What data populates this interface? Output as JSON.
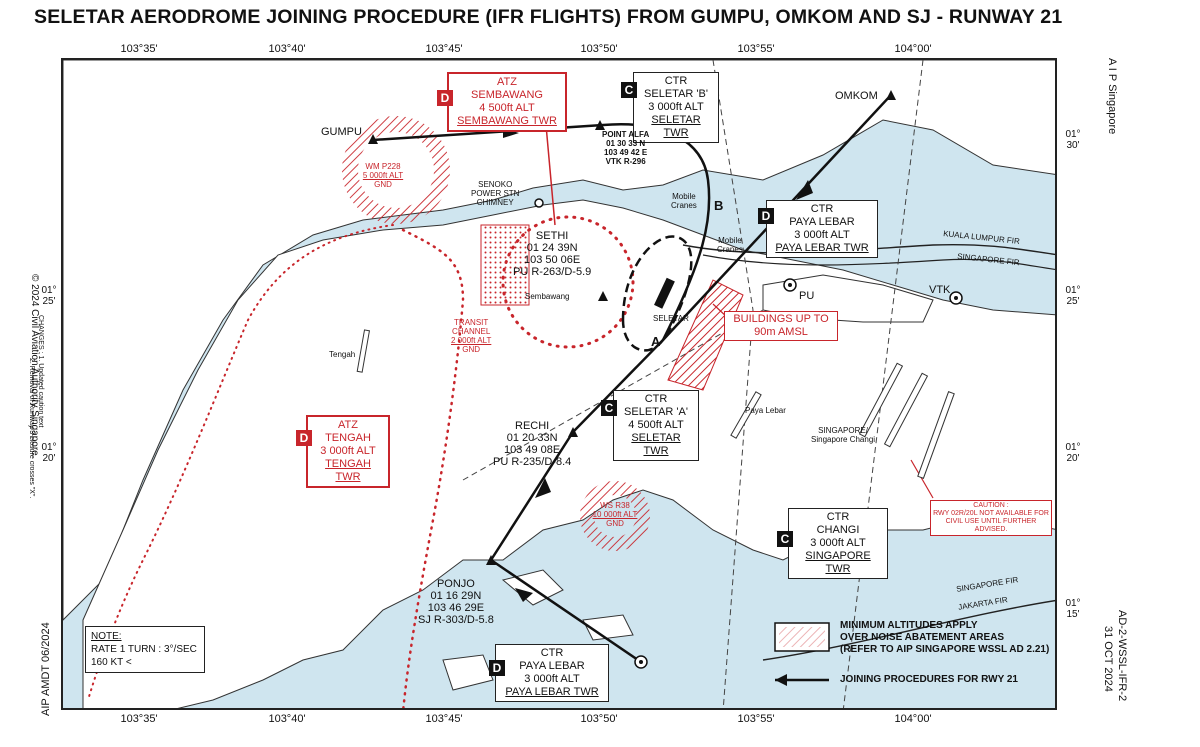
{
  "title": "SELETAR AERODROME JOINING PROCEDURE (IFR FLIGHTS) FROM GUMPU, OMKOM AND SJ - RUNWAY 21",
  "longitudes": [
    "103°35'",
    "103°40'",
    "103°45'",
    "103°50'",
    "103°55'",
    "104°00'"
  ],
  "latitudes": {
    "l30": [
      "01°",
      "30'"
    ],
    "l25": [
      "01°",
      "25'"
    ],
    "l20": [
      "01°",
      "20'"
    ],
    "l15": [
      "01°",
      "15'"
    ]
  },
  "margins": {
    "copyright": "© 2024 Civil Aviation Authority Singapore",
    "changes": "CHANGES : 1. Updated caution text",
    "changes2": "2. Removal of Runway 3 closure crosses \"X\".",
    "amdt": "AIP AMDT 06/2024",
    "aip": "A I P  Singapore",
    "chart_id": "AD-2-WSSL-IFR-2",
    "date": "31 OCT 2024"
  },
  "boxes": {
    "ctr_b": {
      "class": "C",
      "lines": [
        "CTR",
        "SELETAR 'B'",
        "3 000ft ALT",
        "SELETAR TWR"
      ]
    },
    "ctr_pl1": {
      "class": "D",
      "lines": [
        "CTR",
        "PAYA LEBAR",
        "3 000ft ALT",
        "PAYA LEBAR TWR"
      ]
    },
    "ctr_a": {
      "class": "C",
      "lines": [
        "CTR",
        "SELETAR 'A'",
        "4 500ft ALT",
        "SELETAR TWR"
      ]
    },
    "ctr_changi": {
      "class": "C",
      "lines": [
        "CTR",
        "CHANGI",
        "3 000ft ALT",
        "SINGAPORE TWR"
      ]
    },
    "ctr_pl2": {
      "class": "D",
      "lines": [
        "CTR",
        "PAYA LEBAR",
        "3 000ft ALT",
        "PAYA LEBAR TWR"
      ]
    },
    "atz_semb": {
      "class": "D",
      "lines": [
        "ATZ",
        "SEMBAWANG",
        "4 500ft ALT",
        "SEMBAWANG TWR"
      ]
    },
    "atz_tengah": {
      "class": "D",
      "lines": [
        "ATZ",
        "TENGAH",
        "3 000ft ALT",
        "TENGAH TWR"
      ]
    }
  },
  "points": {
    "gumpu": "GUMPU",
    "omkom": "OMKOM",
    "alfa": [
      "POINT ALFA",
      "01 30 33 N",
      "103 49 42 E",
      "VTK R-296"
    ],
    "sethi": [
      "SETHI",
      "01 24 39N",
      "103 50 06E",
      "PU R-263/D-5.9"
    ],
    "rechi": [
      "RECHI",
      "01 20 33N",
      "103 49 08E",
      "PU R-235/D-8.4"
    ],
    "ponjo": [
      "PONJO",
      "01 16 29N",
      "103 46 29E",
      "SJ R-303/D-5.8"
    ],
    "pu": "PU",
    "vtk": "VTK",
    "a": "A",
    "b": "B"
  },
  "places": {
    "senoko": [
      "SENOKO",
      "POWER STN",
      "CHIMNEY"
    ],
    "mobile1": [
      "Mobile",
      "Cranes"
    ],
    "mobile2": [
      "Mobile",
      "Cranes"
    ],
    "sembawang": "Sembawang",
    "seletar": "SELETAR",
    "tengah": "Tengah",
    "paya_lebar": "Paya Lebar",
    "changi": [
      "SINGAPORE/",
      "Singapore Changi"
    ]
  },
  "red_labels": {
    "wm_p228": [
      "WM P228",
      "5 000ft ALT",
      "GND"
    ],
    "ws_r38": [
      "WS R38",
      "10 000ft ALT",
      "GND"
    ],
    "transit": [
      "TRANSIT",
      "CHANNEL",
      "2 000ft ALT",
      "GND"
    ],
    "buildings": [
      "BUILDINGS UP TO",
      "90m AMSL"
    ],
    "caution": [
      "CAUTION :",
      "RWY 02R/20L NOT AVAILABLE FOR",
      "CIVIL USE UNTIL FURTHER ADVISED."
    ]
  },
  "firs": {
    "kl": "KUALA LUMPUR FIR",
    "sg1": "SINGAPORE FIR",
    "sg2": "SINGAPORE FIR",
    "jk": "JAKARTA FIR"
  },
  "note": {
    "title": "NOTE:",
    "lines": [
      "RATE 1 TURN : 3°/SEC",
      "160 KT <"
    ]
  },
  "legend": {
    "noise": [
      "MINIMUM ALTITUDES APPLY",
      "OVER NOISE ABATEMENT AREAS",
      "(REFER TO AIP SINGAPORE WSSL AD 2.21)"
    ],
    "joining": "JOINING PROCEDURES FOR RWY 21"
  },
  "colors": {
    "water": "#cfe5ef",
    "land": "#ffffff",
    "restricted": "#c8252b",
    "ink": "#111111"
  }
}
